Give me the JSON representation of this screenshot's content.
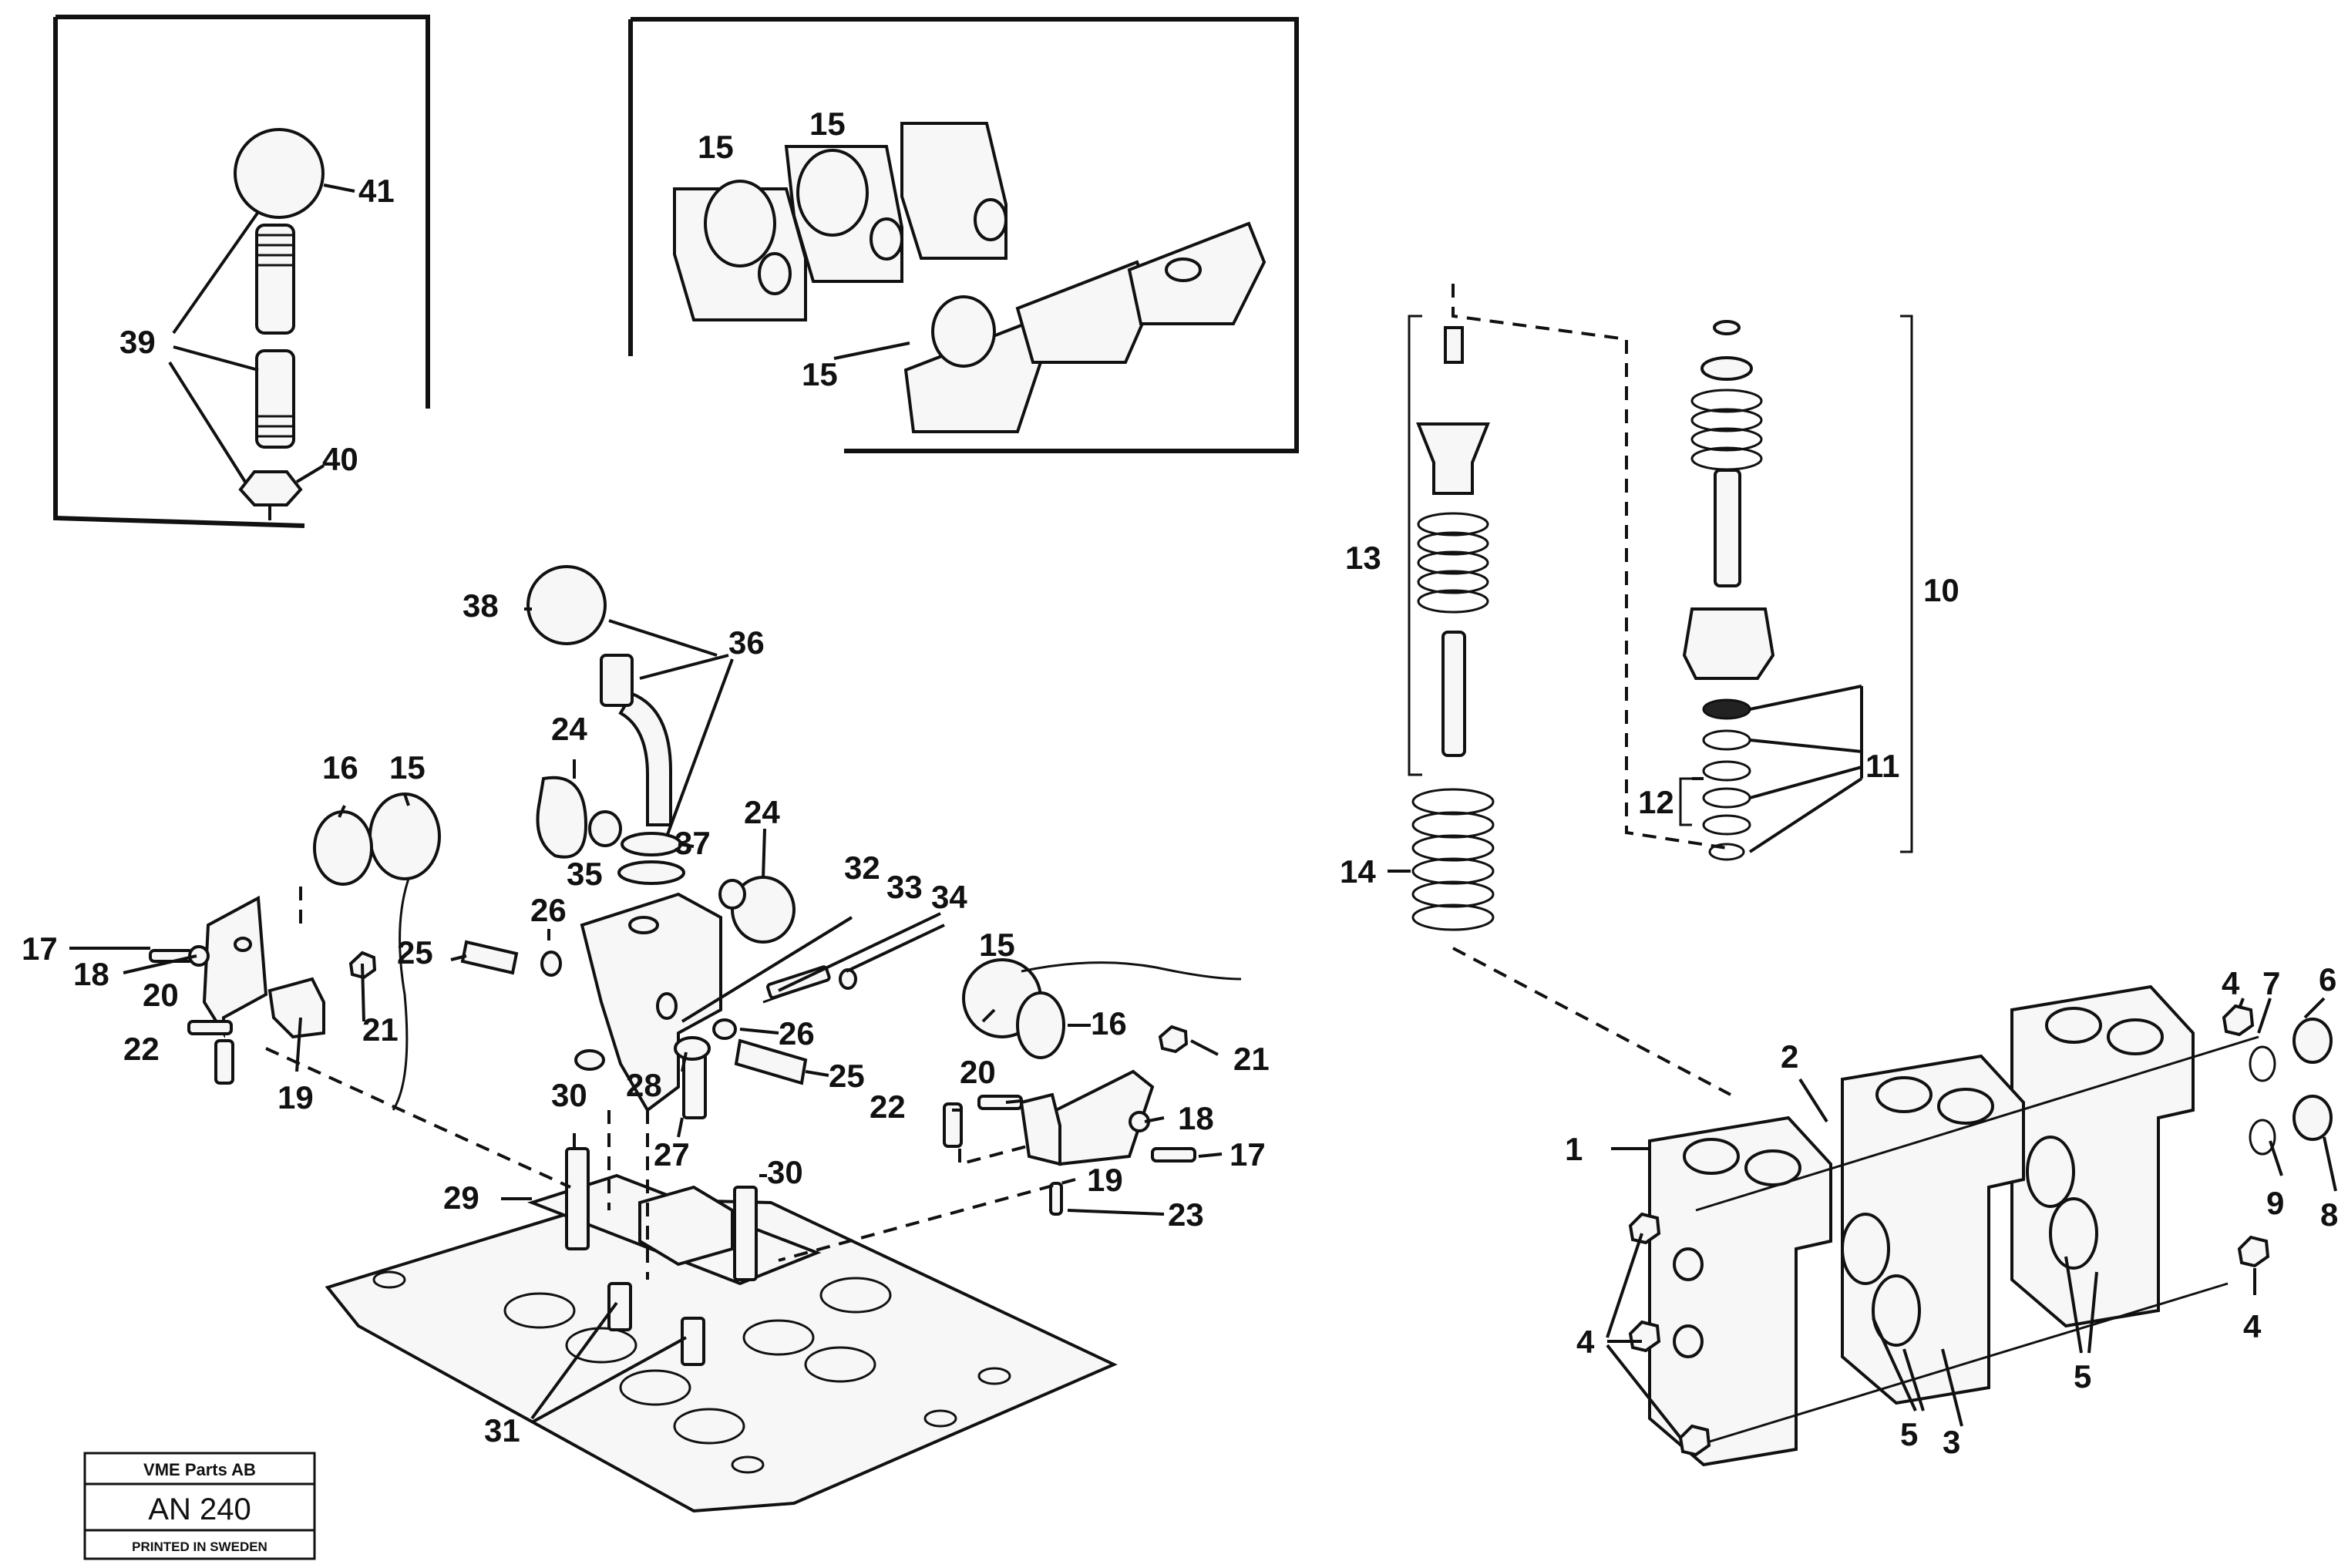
{
  "callouts": {
    "c1": "1",
    "c2": "2",
    "c3": "3",
    "c4a": "4",
    "c4b": "4",
    "c4c": "4",
    "c5a": "5",
    "c5b": "5",
    "c6": "6",
    "c7": "7",
    "c8": "8",
    "c9": "9",
    "c10": "10",
    "c11": "11",
    "c12": "12",
    "c13": "13",
    "c14": "14",
    "c15a": "15",
    "c15b": "15",
    "c15c": "15",
    "c15d": "15",
    "c15e": "15",
    "c16a": "16",
    "c16b": "16",
    "c17a": "17",
    "c17b": "17",
    "c18a": "18",
    "c18b": "18",
    "c19a": "19",
    "c19b": "19",
    "c20a": "20",
    "c20b": "20",
    "c21a": "21",
    "c21b": "21",
    "c22a": "22",
    "c22b": "22",
    "c23": "23",
    "c24a": "24",
    "c24b": "24",
    "c25a": "25",
    "c25b": "25",
    "c26a": "26",
    "c26b": "26",
    "c27": "27",
    "c28": "28",
    "c29": "29",
    "c30a": "30",
    "c30b": "30",
    "c31": "31",
    "c32": "32",
    "c33": "33",
    "c34": "34",
    "c35": "35",
    "c36": "36",
    "c37": "37",
    "c38": "38",
    "c39": "39",
    "c40": "40",
    "c41": "41"
  },
  "stamp": {
    "company": "VME Parts AB",
    "code": "AN 240",
    "printed": "PRINTED IN SWEDEN"
  },
  "colors": {
    "ink": "#111111",
    "paper": "#ffffff"
  }
}
